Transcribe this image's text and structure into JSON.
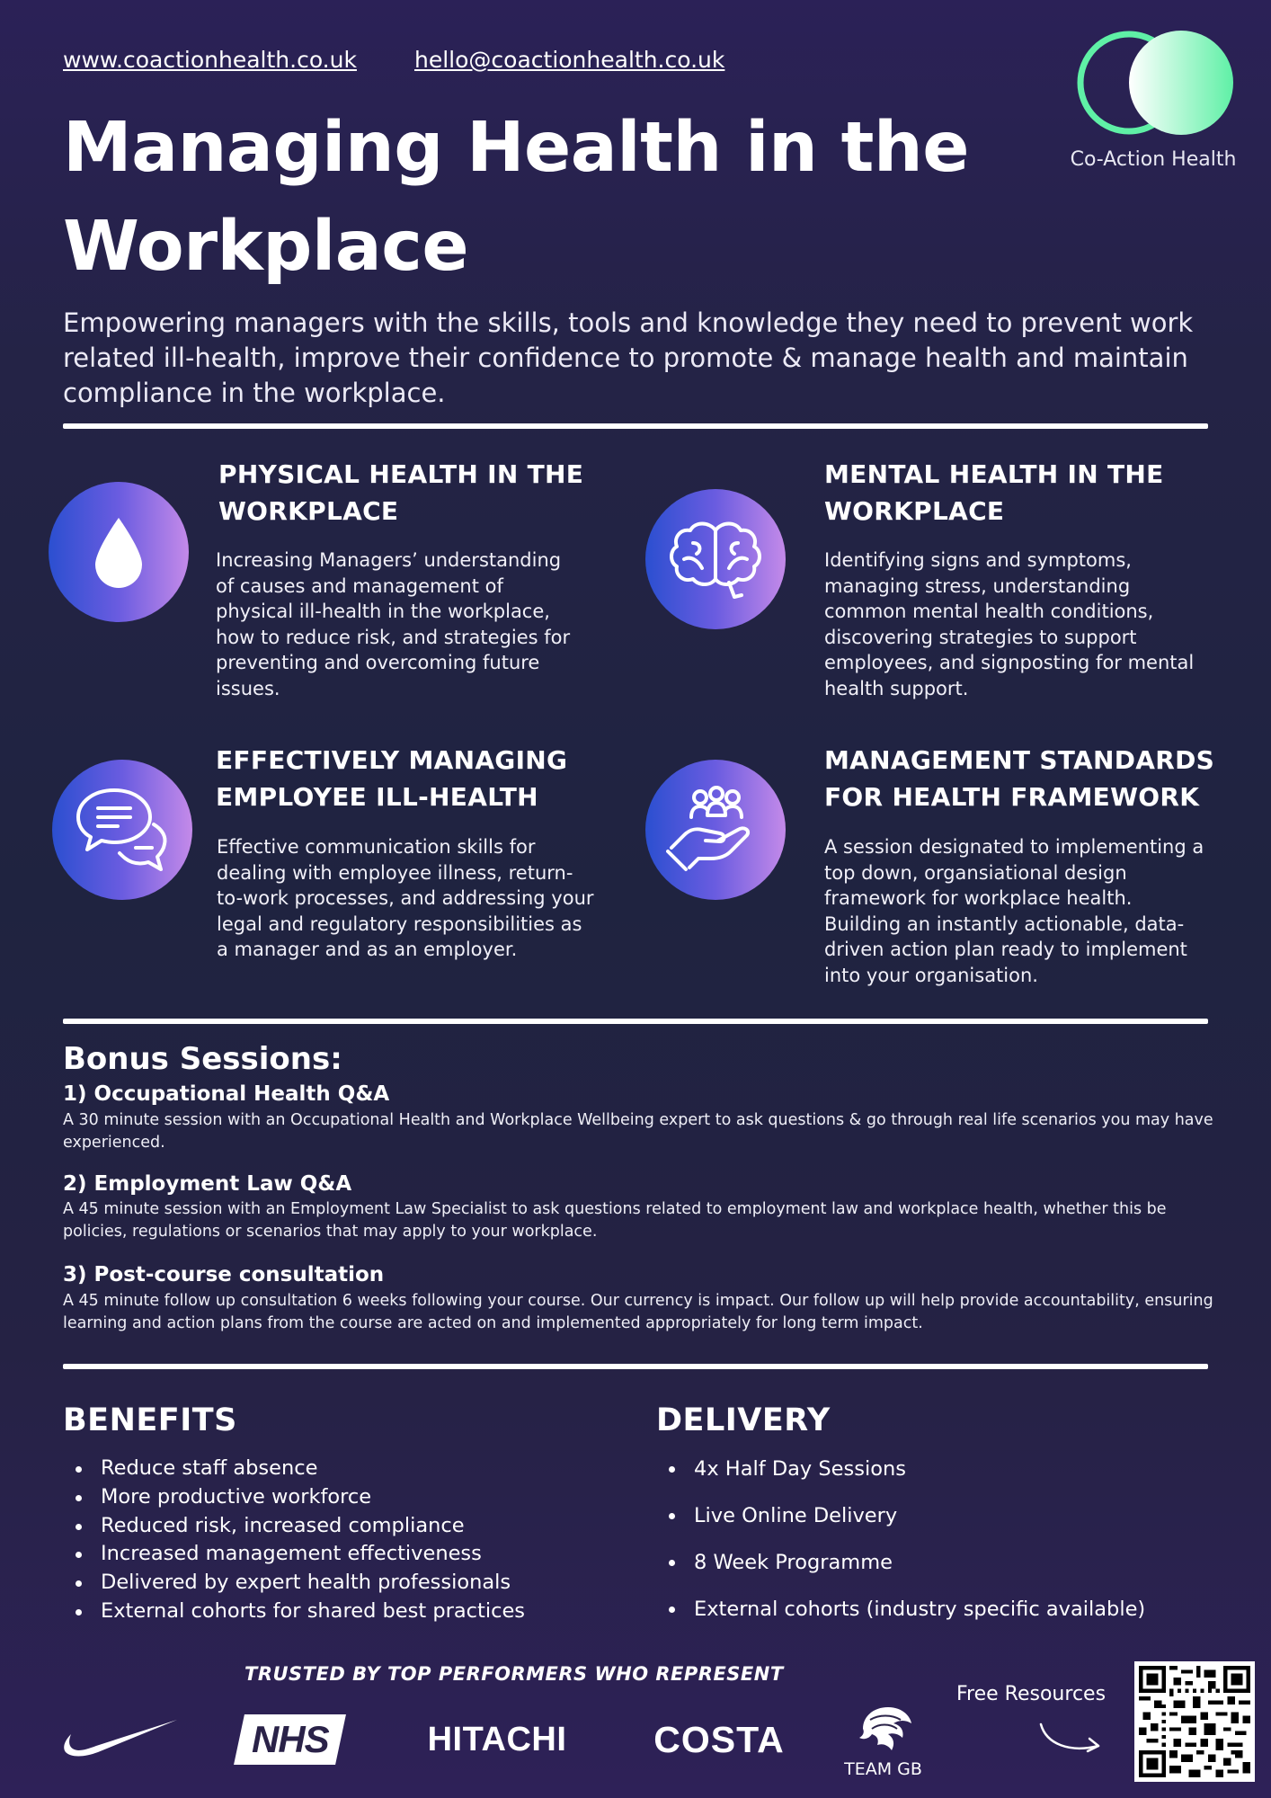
{
  "header": {
    "website": "www.coactionhealth.co.uk",
    "email": "hello@coactionhealth.co.uk",
    "brand_name": "Co-Action Health"
  },
  "title": "Managing Health in the Workplace",
  "intro": "Empowering managers with the skills, tools and knowledge they need to prevent work related ill-health, improve their confidence to promote & manage health and maintain compliance in the workplace.",
  "sections": [
    {
      "title": "PHYSICAL HEALTH IN THE WORKPLACE",
      "icon": "water-drop-icon",
      "text": "Increasing Managers’ understanding of causes and management of physical ill-health in the workplace, how to reduce risk, and strategies for preventing and overcoming future issues."
    },
    {
      "title": "MENTAL HEALTH IN THE WORKPLACE",
      "icon": "brain-icon",
      "text": "Identifying signs and symptoms, managing stress, understanding common mental health conditions, discovering strategies to support employees, and signposting for mental health support."
    },
    {
      "title": "EFFECTIVELY MANAGING EMPLOYEE ILL-HEALTH",
      "icon": "chat-bubbles-icon",
      "text": "Effective communication skills for dealing with employee illness, return-to-work processes, and addressing your legal and regulatory responsibilities as a manager and as an employer."
    },
    {
      "title": "MANAGEMENT STANDARDS FOR HEALTH FRAMEWORK",
      "icon": "hand-with-people-icon",
      "text": "A session designated to implementing a top down, organsiational design framework for workplace health. Building an instantly actionable, data-driven action plan ready to implement into your organisation."
    }
  ],
  "bonus": {
    "heading": "Bonus Sessions:",
    "items": [
      {
        "title": "1) Occupational Health Q&A",
        "text": "A 30 minute session with an Occupational Health and Workplace Wellbeing expert to ask questions & go through real life scenarios you may have experienced."
      },
      {
        "title": "2) Employment Law Q&A",
        "text": "A 45 minute session with an Employment Law Specialist to ask questions related to employment law and workplace health, whether this be policies, regulations or scenarios that may apply to your workplace."
      },
      {
        "title": "3) Post-course consultation",
        "text": "A 45 minute follow up consultation 6 weeks following your course. Our currency is impact. Our follow up will help provide accountability, ensuring learning and action plans from the course are acted on and implemented appropriately for long term impact."
      }
    ]
  },
  "benefits": {
    "heading": "BENEFITS",
    "items": [
      "Reduce staff absence",
      "More productive workforce",
      "Reduced risk, increased compliance",
      "Increased management effectiveness",
      "Delivered by expert health professionals",
      "External cohorts for shared best practices"
    ]
  },
  "delivery": {
    "heading": "DELIVERY",
    "items": [
      "4x Half Day Sessions",
      "Live Online Delivery",
      "8 Week Programme",
      "External cohorts (industry specific available)"
    ]
  },
  "footer": {
    "trusted": "TRUSTED BY TOP PERFORMERS WHO REPRESENT",
    "logos": {
      "nhs": "NHS",
      "hitachi": "HITACHI",
      "costa": "COSTA",
      "teamgb": "TEAM GB"
    },
    "free_resources": "Free Resources"
  },
  "colors": {
    "accent_green": "#5ff0a6",
    "icon_gradient_start": "#2b4fd0",
    "icon_gradient_end": "#c48ae9"
  }
}
